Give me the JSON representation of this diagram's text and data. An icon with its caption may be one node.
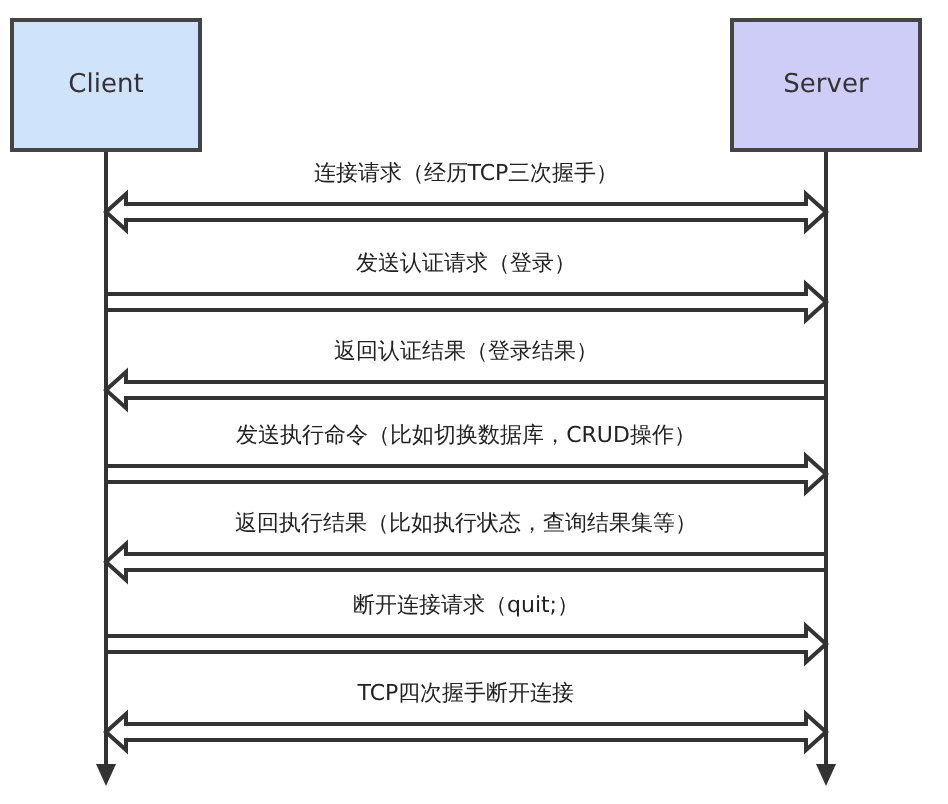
{
  "diagram": {
    "nodes": [
      {
        "text": [
          "Client"
        ]
      },
      {
        "text": [
          "Server"
        ]
      },
      {
        "text": [],
        "shape": "bar"
      },
      {
        "text": [],
        "shape": "bar"
      }
    ],
    "edges": [
      {
        "from": 2,
        "to": 3,
        "arrow": "both",
        "label": "连接请求（经历TCP三次握手）"
      },
      {
        "from": 2,
        "to": 3,
        "arrow": "to",
        "label": "发送认证请求（登录）"
      },
      {
        "from": 3,
        "to": 2,
        "arrow": "to",
        "label": "返回认证结果（登录结果）"
      },
      {
        "from": 2,
        "to": 3,
        "arrow": "to",
        "label": "发送执行命令（比如切换数据库，CRUD操作）"
      },
      {
        "from": 3,
        "to": 2,
        "arrow": "to",
        "label": "返回执行结果（比如执行状态，查询结果集等）"
      },
      {
        "from": 2,
        "to": 3,
        "arrow": "to",
        "label": "断开连接请求（quit;）"
      },
      {
        "from": 2,
        "to": 3,
        "arrow": "both",
        "label": "TCP四次握手断开连接"
      }
    ]
  }
}
